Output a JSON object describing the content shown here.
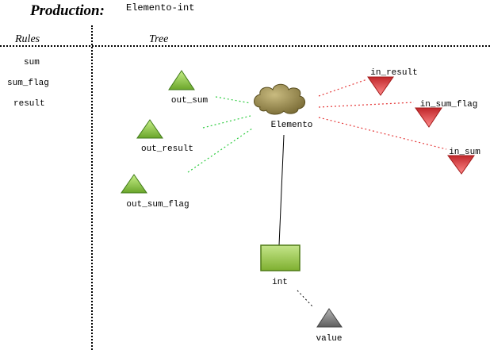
{
  "header": {
    "production_label": "Production:",
    "production_value": "Elemento-int"
  },
  "panels": {
    "rules_heading": "Rules",
    "tree_heading": "Tree"
  },
  "rules": [
    "sum",
    "sum_flag",
    "result"
  ],
  "tree": {
    "root": {
      "label": "Elemento",
      "shape": "cloud",
      "color": "#8a7d45"
    },
    "outputs": [
      {
        "label": "out_sum",
        "color": "#8cc63f"
      },
      {
        "label": "out_result",
        "color": "#8cc63f"
      },
      {
        "label": "out_sum_flag",
        "color": "#8cc63f"
      }
    ],
    "inputs": [
      {
        "label": "in_result",
        "color": "#e84a4a"
      },
      {
        "label": "in_sum_flag",
        "color": "#e84a4a"
      },
      {
        "label": "in_sum",
        "color": "#e84a4a"
      }
    ],
    "child": {
      "label": "int",
      "shape": "rectangle",
      "color": "#9dc94a"
    },
    "grandchild": {
      "label": "value",
      "color": "#7f7f7f"
    }
  }
}
